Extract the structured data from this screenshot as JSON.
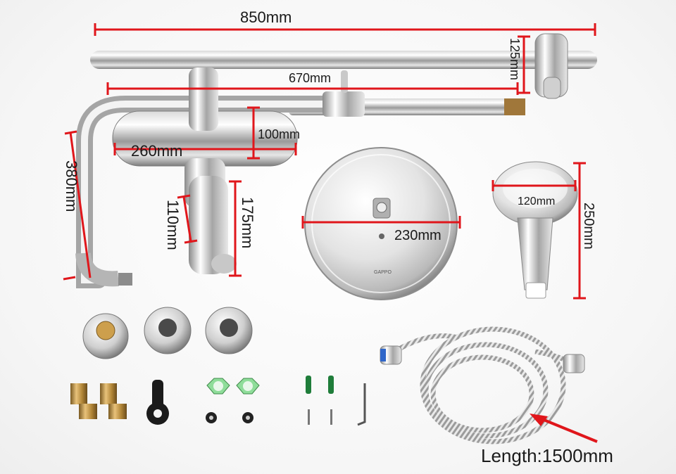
{
  "dimensions": {
    "slide_bar_length": "850mm",
    "slide_holder_height": "125mm",
    "shower_arm_length": "670mm",
    "mixer_depth": "100mm",
    "mixer_length": "260mm",
    "riser_height": "380mm",
    "spout_width": "110mm",
    "spout_height": "175mm",
    "rain_head_diameter": "230mm",
    "hand_shower_width": "120mm",
    "hand_shower_length": "250mm",
    "hose_length": "Length:1500mm"
  },
  "brand_mark": "GAPPO",
  "colors": {
    "dimension_line": "#e0161b",
    "chrome_dark": "#8c8c8c",
    "chrome_light": "#f2f2f2"
  }
}
